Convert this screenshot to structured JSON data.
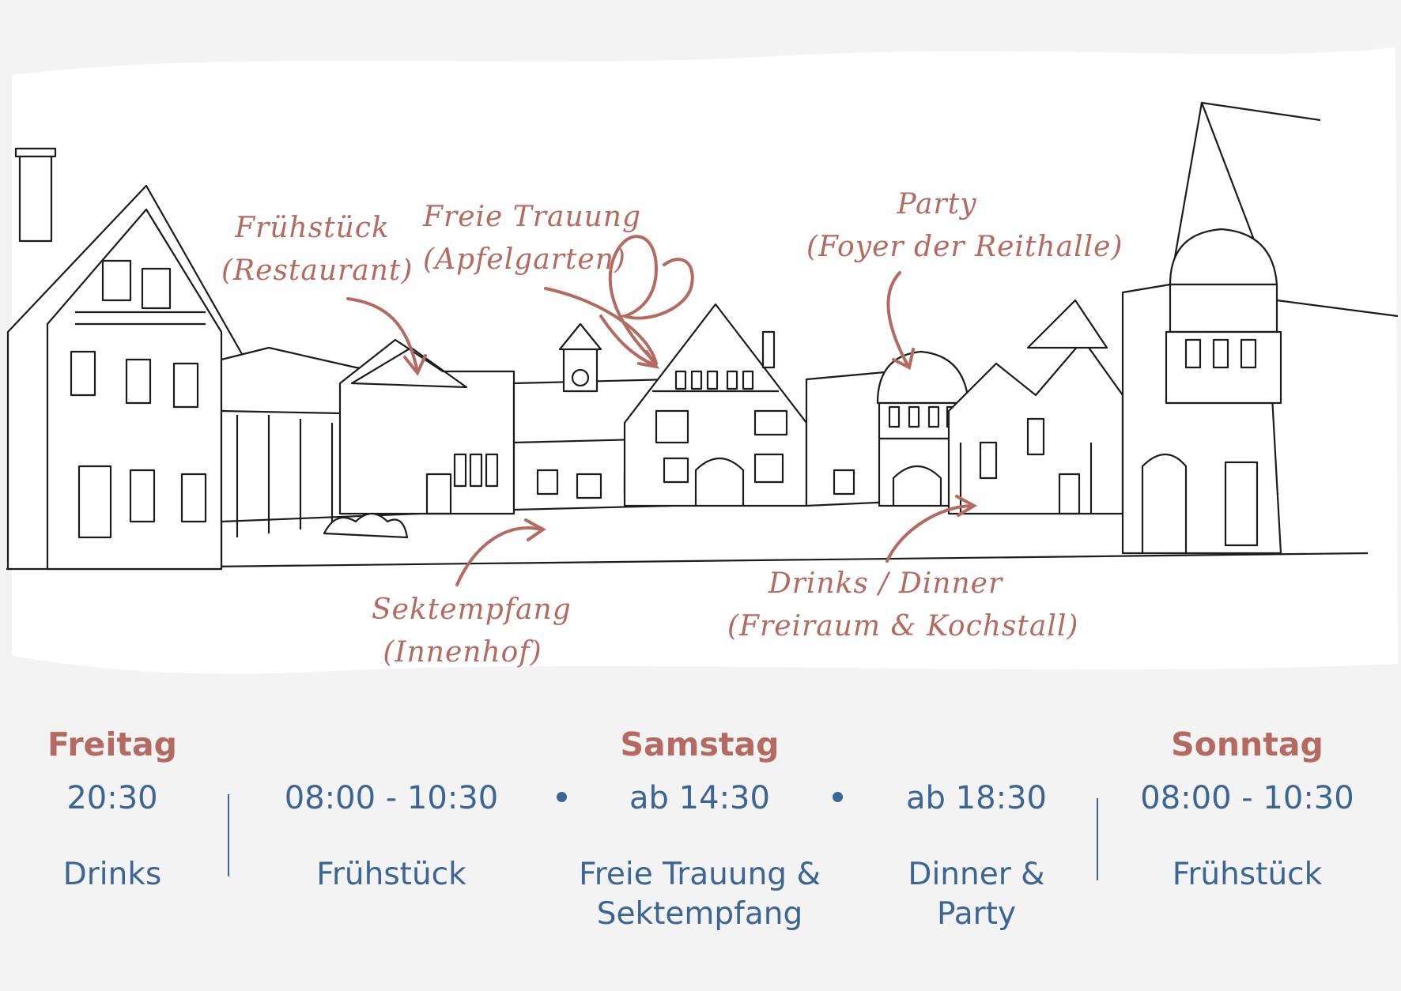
{
  "map": {
    "labels": {
      "fruehstueck": [
        "Frühstück",
        "(Restaurant)"
      ],
      "trauung": [
        "Freie Trauung",
        "(Apfelgarten)"
      ],
      "party": [
        "Party",
        "(Foyer der Reithalle)"
      ],
      "sektempfang": [
        "Sektempfang",
        "(Innenhof)"
      ],
      "dinner": [
        "Drinks / Dinner",
        "(Freiraum & Kochstall)"
      ]
    }
  },
  "schedule": {
    "days": {
      "freitag": "Freitag",
      "samstag": "Samstag",
      "sonntag": "Sonntag"
    },
    "events": [
      {
        "time": "20:30",
        "label": "Drinks"
      },
      {
        "time": "08:00 - 10:30",
        "label": "Frühstück"
      },
      {
        "time": "ab 14:30",
        "label": "Freie Trauung & Sektempfang"
      },
      {
        "time": "ab 18:30",
        "label": "Dinner & Party"
      },
      {
        "time": "08:00 - 10:30",
        "label": "Frühstück"
      }
    ]
  },
  "colors": {
    "accent": "#b46a60",
    "text_blue": "#3a6596",
    "background": "#f2f3f2",
    "ink": "#1c1c1c"
  }
}
